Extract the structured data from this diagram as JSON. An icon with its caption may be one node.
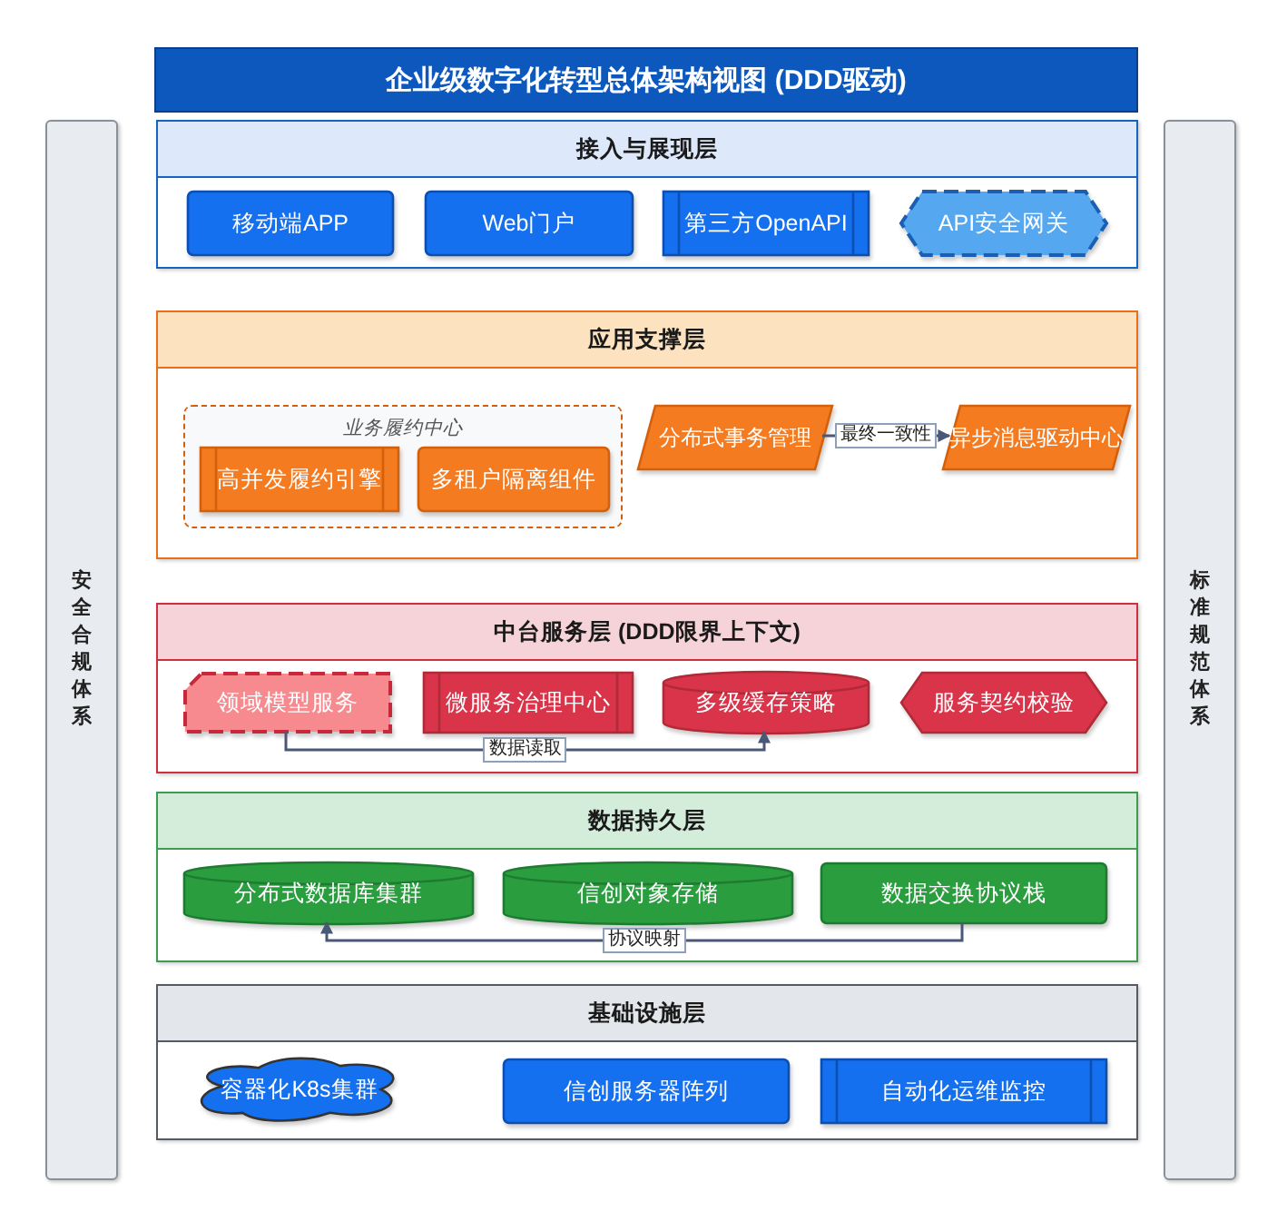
{
  "diagram": {
    "title": "企业级数字化转型总体架构视图 (DDD驱动)",
    "nodes": [
      {
        "text": [
          "安全合规体系"
        ]
      },
      {
        "text": [
          "接入与展现层"
        ]
      },
      {
        "text": [
          "移动端APP"
        ],
        "in": 1
      },
      {
        "text": [
          "Web门户"
        ],
        "in": 1
      },
      {
        "text": [
          "第三方OpenAPI"
        ],
        "in": 1
      },
      {
        "text": [
          "API安全网关"
        ],
        "in": 1
      },
      {
        "text": [
          "应用支撑层"
        ]
      },
      {
        "text": [
          "业务履约中心"
        ],
        "in": 6
      },
      {
        "text": [
          "高并发履约引擎"
        ],
        "in": 7
      },
      {
        "text": [
          "多租户隔离组件"
        ],
        "in": 7
      },
      {
        "text": [
          "分布式事务管理"
        ],
        "in": 6
      },
      {
        "text": [
          "异步消息驱动中心"
        ],
        "in": 6
      },
      {
        "text": [
          "中台服务层 (DDD限界上下文)"
        ]
      },
      {
        "text": [
          "领域模型服务"
        ],
        "in": 12
      },
      {
        "text": [
          "微服务治理中心"
        ],
        "in": 12
      },
      {
        "text": [
          "多级缓存策略"
        ],
        "in": 12
      },
      {
        "text": [
          "服务契约校验"
        ],
        "in": 12
      },
      {
        "text": [
          "数据持久层"
        ]
      },
      {
        "text": [
          "分布式数据库集群"
        ],
        "in": 17
      },
      {
        "text": [
          "信创对象存储"
        ],
        "in": 17
      },
      {
        "text": [
          "数据交换协议栈"
        ],
        "in": 17
      },
      {
        "text": [
          "基础设施层"
        ]
      },
      {
        "text": [
          "容器化K8s集群"
        ],
        "in": 21
      },
      {
        "text": [
          "信创服务器阵列"
        ],
        "in": 21
      },
      {
        "text": [
          "自动化运维监控"
        ],
        "in": 21
      },
      {
        "text": [
          "标准规范体系"
        ]
      }
    ],
    "edges": [
      {
        "from": 10,
        "to": 11,
        "arrow": "to",
        "label": "最终一致性"
      },
      {
        "from": 13,
        "to": 15,
        "arrow": "to",
        "label": "数据读取"
      },
      {
        "from": 20,
        "to": 18,
        "arrow": "to",
        "label": "协议映射"
      }
    ]
  }
}
